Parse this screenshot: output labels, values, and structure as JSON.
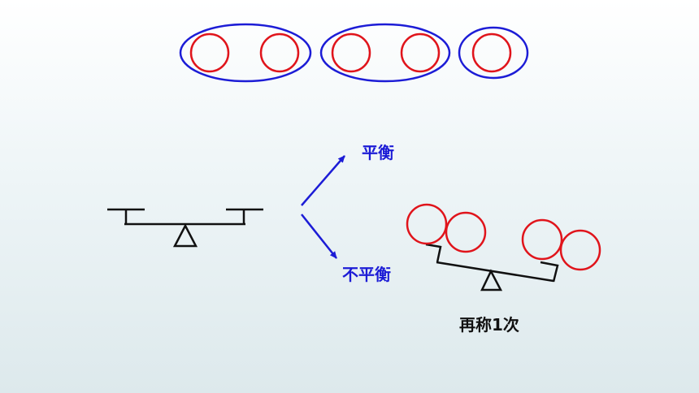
{
  "labels": {
    "balanced": "平衡",
    "unbalanced": "不平衡",
    "weigh_again": "再称1次"
  },
  "colors": {
    "ball": "#e0141b",
    "group": "#1c1cd6",
    "arrow": "#1c1cd6",
    "label_blue": "#1c1cd6",
    "scale": "#111111"
  },
  "groups": [
    {
      "balls": 2
    },
    {
      "balls": 2
    },
    {
      "balls": 1
    }
  ],
  "branches": [
    "balanced",
    "unbalanced"
  ],
  "scales": [
    {
      "state": "level",
      "left_pan_balls": 0,
      "right_pan_balls": 0
    },
    {
      "state": "tilted",
      "left_pan_balls": 2,
      "right_pan_balls": 2
    }
  ]
}
